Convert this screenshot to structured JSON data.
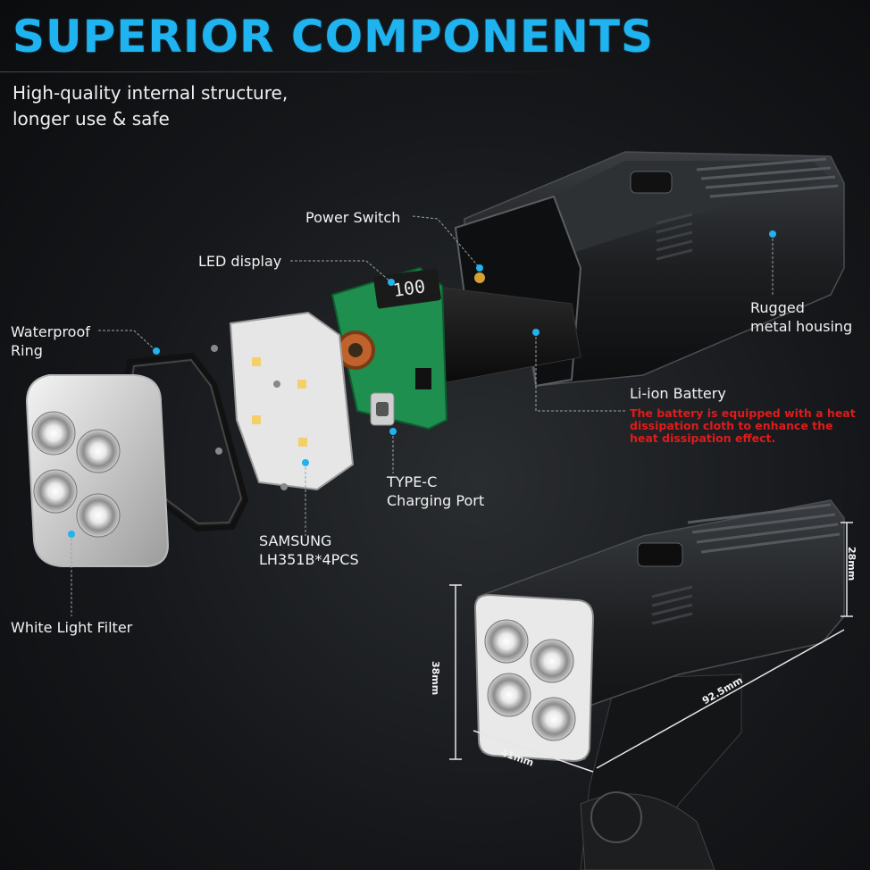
{
  "title": "SUPERIOR COMPONENTS",
  "subtitle": [
    "High-quality internal structure,",
    "longer use & safe"
  ],
  "labels": {
    "power_switch": "Power Switch",
    "led_display": "LED display",
    "waterproof_ring": [
      "Waterproof",
      "Ring"
    ],
    "rugged_housing": [
      "Rugged",
      "metal housing"
    ],
    "li_ion_battery": "Li-ion Battery",
    "battery_note": "The battery is equipped with a heat dissipation cloth to enhance the heat dissipation effect.",
    "type_c": [
      "TYPE-C",
      "Charging Port"
    ],
    "samsung": [
      "SAMSUNG",
      "LH351B*4PCS"
    ],
    "white_filter": "White Light Filter"
  },
  "dimensions": {
    "height_front": "38mm",
    "height_top": "28mm",
    "length": "92.5mm",
    "width": "41mm"
  },
  "display_readout": "100",
  "colors": {
    "accent": "#1fb3f0",
    "note_red": "#e01b1b",
    "pcb_green": "#1e8f4e"
  }
}
